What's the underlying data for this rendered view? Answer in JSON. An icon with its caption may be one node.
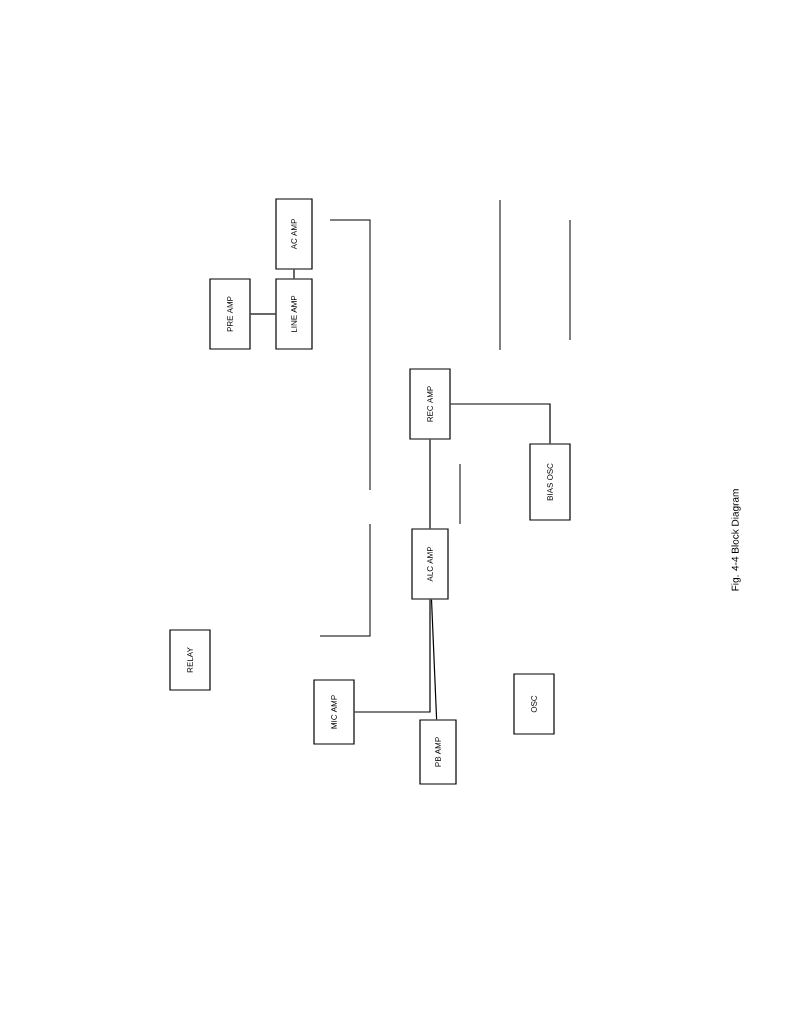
{
  "diagram": {
    "caption": "Fig. 4-4 Block Diagram",
    "nodes": [
      {
        "text": [
          "PRE AMP"
        ]
      },
      {
        "text": [
          "LINE AMP"
        ]
      },
      {
        "text": [
          "AC AMP"
        ]
      },
      {
        "text": [
          "REC AMP"
        ]
      },
      {
        "text": [
          "ALC AMP"
        ]
      },
      {
        "text": [
          "RELAY"
        ]
      },
      {
        "text": [
          "MIC AMP"
        ]
      },
      {
        "text": [
          "PB AMP"
        ]
      },
      {
        "text": [
          "BIAS OSC"
        ]
      },
      {
        "text": [
          "OSC"
        ]
      }
    ],
    "edges": [
      {
        "from": 0,
        "to": 1,
        "arrow": "none"
      },
      {
        "from": 1,
        "to": 2,
        "arrow": "none"
      },
      {
        "from": 3,
        "to": 4,
        "arrow": "none"
      },
      {
        "from": 4,
        "to": 7,
        "arrow": "none"
      },
      {
        "from": 3,
        "to": 8,
        "arrow": "none"
      },
      {
        "from": 6,
        "to": 4,
        "arrow": "none"
      }
    ]
  }
}
